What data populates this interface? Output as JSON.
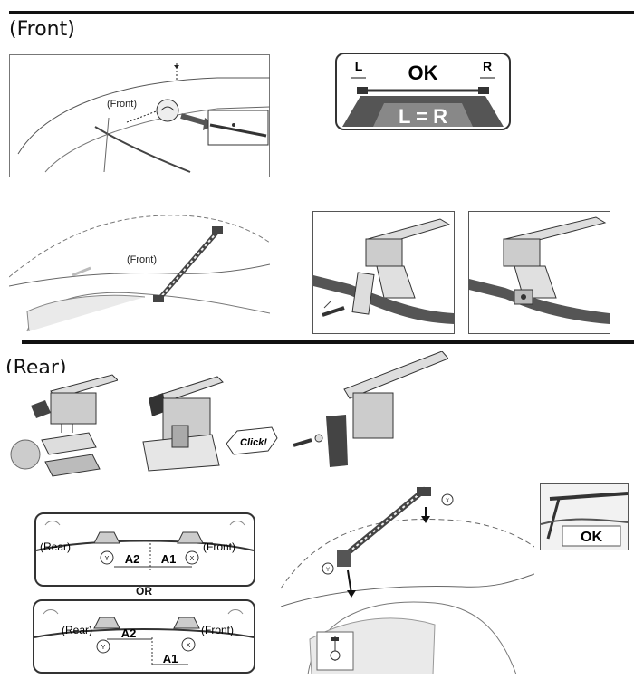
{
  "sections": {
    "front_header": "(Front)",
    "rear_header": "(Rear)"
  },
  "front_panels": {
    "roof_label": "(Front)",
    "ok_label": "OK",
    "left_label": "L",
    "right_label": "R",
    "equation": "L = R",
    "bar_label": "(Front)"
  },
  "rear_panels": {
    "click_label": "Click!"
  },
  "spacing": {
    "rear_label": "(Rear)",
    "front_label": "(Front)",
    "a1": "A1",
    "a2": "A2",
    "x_mark": "X",
    "y_mark": "Y",
    "or_label": "OR"
  },
  "install": {
    "ok_label": "OK",
    "x_mark": "X",
    "y_mark": "Y"
  }
}
